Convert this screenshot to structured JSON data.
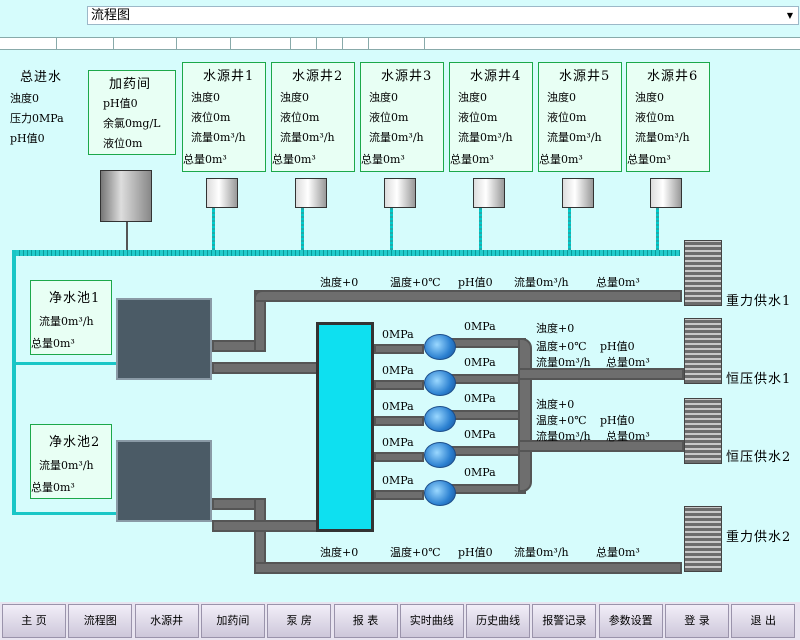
{
  "select": {
    "value": "流程图"
  },
  "inlet": {
    "title": "总进水",
    "turbidity": "浊度0",
    "pressure": "压力0MPa",
    "ph": "pH值0"
  },
  "dosing": {
    "title": "加药间",
    "ph": "pH值0",
    "chlorine": "余氯0mg/L",
    "level": "液位0m"
  },
  "wells": [
    {
      "title": "水源井1",
      "turbidity": "浊度0",
      "level": "液位0m",
      "flow": "流量0m³/h",
      "total": "总量0m³"
    },
    {
      "title": "水源井2",
      "turbidity": "浊度0",
      "level": "液位0m",
      "flow": "流量0m³/h",
      "total": "总量0m³"
    },
    {
      "title": "水源井3",
      "turbidity": "浊度0",
      "level": "液位0m",
      "flow": "流量0m³/h",
      "total": "总量0m³"
    },
    {
      "title": "水源井4",
      "turbidity": "浊度0",
      "level": "液位0m",
      "flow": "流量0m³/h",
      "total": "总量0m³"
    },
    {
      "title": "水源井5",
      "turbidity": "浊度0",
      "level": "液位0m",
      "flow": "流量0m³/h",
      "total": "总量0m³"
    },
    {
      "title": "水源井6",
      "turbidity": "浊度0",
      "level": "液位0m",
      "flow": "流量0m³/h",
      "total": "总量0m³"
    }
  ],
  "pools": [
    {
      "title": "净水池1",
      "flow": "流量0m³/h",
      "total": "总量0m³"
    },
    {
      "title": "净水池2",
      "flow": "流量0m³/h",
      "total": "总量0m³"
    }
  ],
  "line_top": {
    "turbidity": "浊度+0",
    "temp": "温度+0℃",
    "ph": "pH值0",
    "flow": "流量0m³/h",
    "total": "总量0m³"
  },
  "line_bottom": {
    "turbidity": "浊度+0",
    "temp": "温度+0℃",
    "ph": "pH值0",
    "flow": "流量0m³/h",
    "total": "总量0m³"
  },
  "line_cp1": {
    "turbidity": "浊度+0",
    "temp": "温度+0℃",
    "ph": "pH值0",
    "flow": "流量0m³/h",
    "total": "总量0m³"
  },
  "line_cp2": {
    "turbidity": "浊度+0",
    "temp": "温度+0℃",
    "ph": "pH值0",
    "flow": "流量0m³/h",
    "total": "总量0m³"
  },
  "pressures": [
    "0MPa",
    "0MPa",
    "0MPa",
    "0MPa",
    "0MPa",
    "0MPa",
    "0MPa",
    "0MPa",
    "0MPa",
    "0MPa"
  ],
  "outputs": [
    "重力供水1",
    "恒压供水1",
    "恒压供水2",
    "重力供水2"
  ],
  "nav": [
    "主 页",
    "流程图",
    "水源井",
    "加药间",
    "泵 房",
    "报 表",
    "实时曲线",
    "历史曲线",
    "报警记录",
    "参数设置",
    "登 录",
    "退 出"
  ]
}
